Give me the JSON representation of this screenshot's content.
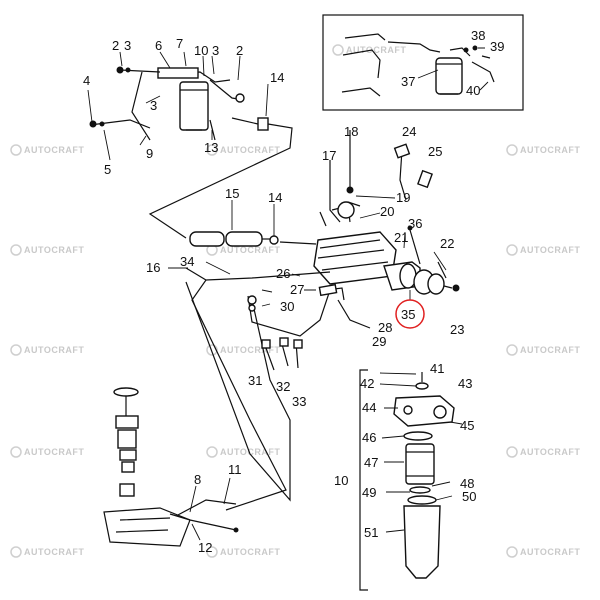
{
  "watermark": "AUTOCRAFT",
  "highlight_color": "#e02020",
  "highlighted_part": "35",
  "labels": [
    "2",
    "3",
    "6",
    "7",
    "10",
    "3",
    "2",
    "38",
    "39",
    "37",
    "40",
    "4",
    "3",
    "14",
    "9",
    "5",
    "13",
    "18",
    "24",
    "25",
    "17",
    "19",
    "20",
    "15",
    "14",
    "36",
    "21",
    "22",
    "16",
    "34",
    "26",
    "27",
    "30",
    "35",
    "23",
    "28",
    "29",
    "41",
    "31",
    "32",
    "33",
    "42",
    "43",
    "44",
    "45",
    "46",
    "47",
    "10",
    "48",
    "49",
    "50",
    "8",
    "11",
    "51",
    "12"
  ]
}
